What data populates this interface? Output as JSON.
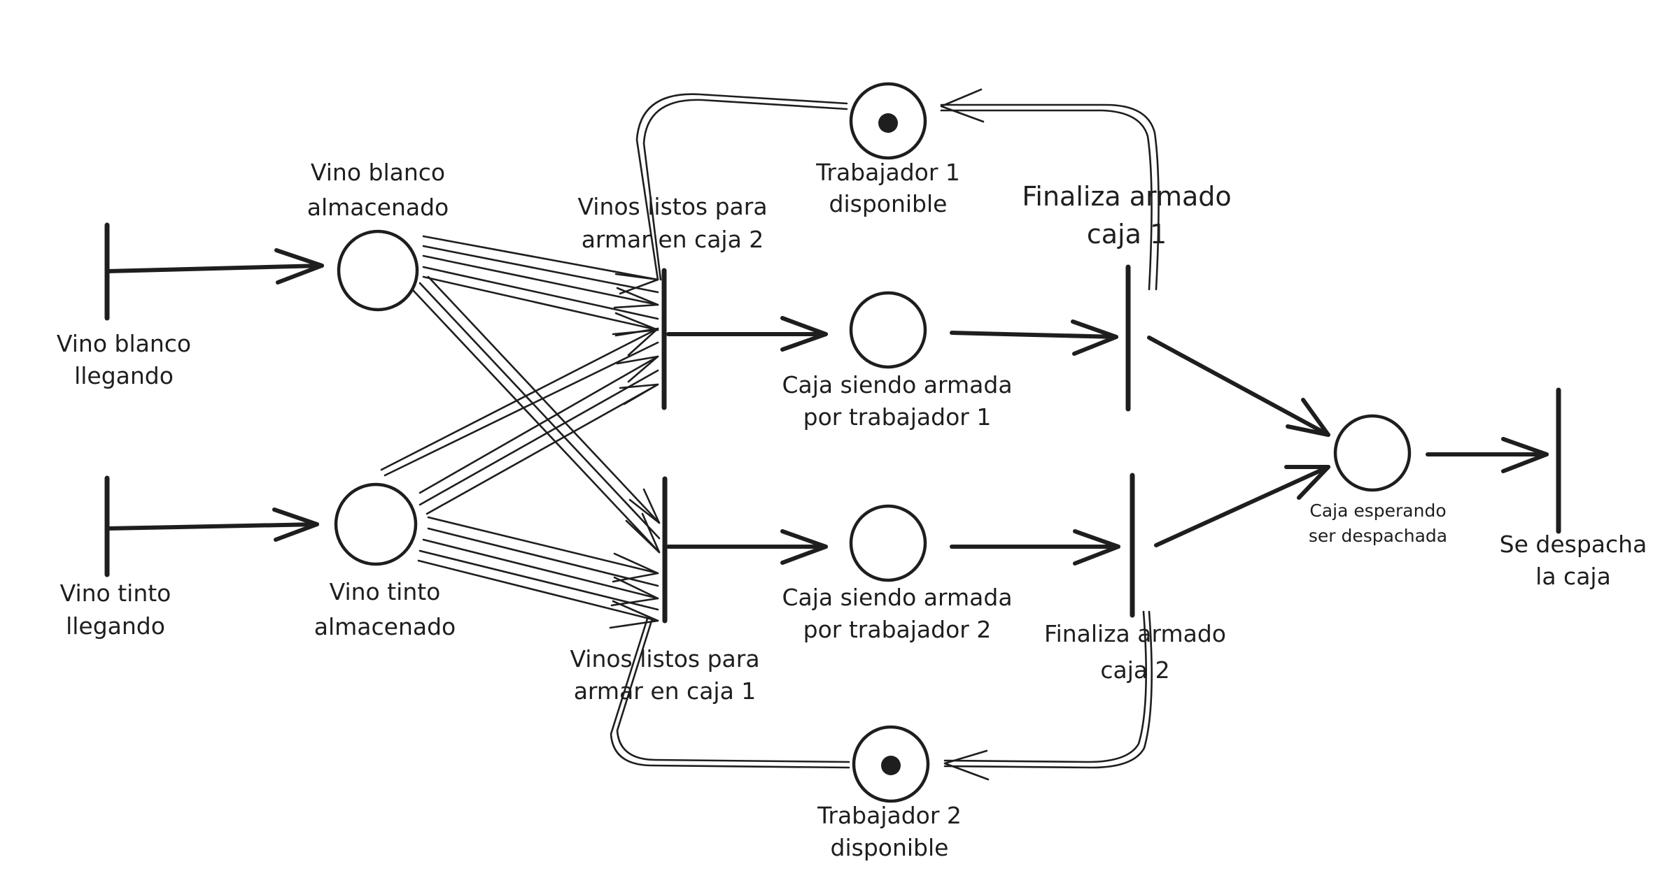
{
  "diagram": {
    "places": {
      "vino_blanco_almacenado": {
        "line1": "Vino blanco",
        "line2": "almacenado"
      },
      "vino_tinto_almacenado": {
        "line1": "Vino tinto",
        "line2": "almacenado"
      },
      "trabajador_1_disponible": {
        "line1": "Trabajador 1",
        "line2": "disponible",
        "tokens": 1
      },
      "trabajador_2_disponible": {
        "line1": "Trabajador 2",
        "line2": "disponible",
        "tokens": 1
      },
      "caja_armada_t1": {
        "line1": "Caja siendo armada",
        "line2": "por trabajador 1"
      },
      "caja_armada_t2": {
        "line1": "Caja siendo armada",
        "line2": "por trabajador 2"
      },
      "caja_esperando": {
        "line1": "Caja esperando",
        "line2": "ser despachada"
      }
    },
    "transitions": {
      "vino_blanco_llegando": {
        "line1": "Vino blanco",
        "line2": "llegando"
      },
      "vino_tinto_llegando": {
        "line1": "Vino tinto",
        "line2": "llegando"
      },
      "vinos_listos_caja_2": {
        "line1": "Vinos listos para",
        "line2": "armar en caja 2"
      },
      "vinos_listos_caja_1": {
        "line1": "Vinos listos para",
        "line2": "armar en caja 1"
      },
      "finaliza_caja_1": {
        "line1": "Finaliza armado",
        "line2": "caja 1"
      },
      "finaliza_caja_2": {
        "line1": "Finaliza armado",
        "line2": "caja 2"
      },
      "despacha": {
        "line1": "Se despacha",
        "line2": "la caja"
      }
    }
  }
}
